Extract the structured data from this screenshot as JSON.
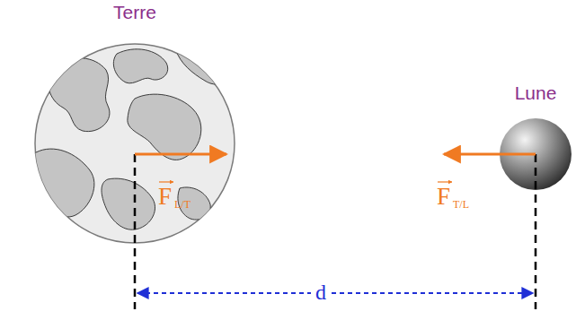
{
  "diagram": {
    "nodes": [
      {
        "text": [
          "Terre"
        ]
      },
      {
        "text": [
          "Lune"
        ]
      }
    ],
    "labels": [
      "F",
      "L/T",
      "F",
      "T/L",
      "d"
    ]
  }
}
